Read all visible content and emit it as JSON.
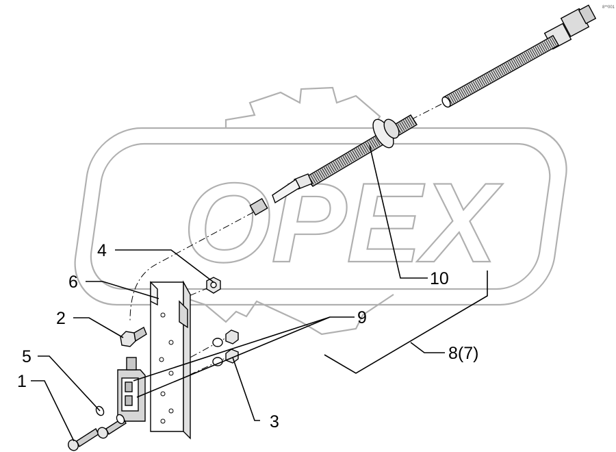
{
  "image_code": "8**001",
  "watermark_text": "OPEX",
  "callouts": {
    "c1": "1",
    "c2": "2",
    "c3": "3",
    "c4": "4",
    "c5": "5",
    "c6": "6",
    "c8": "8(7)",
    "c9": "9",
    "c10": "10"
  }
}
